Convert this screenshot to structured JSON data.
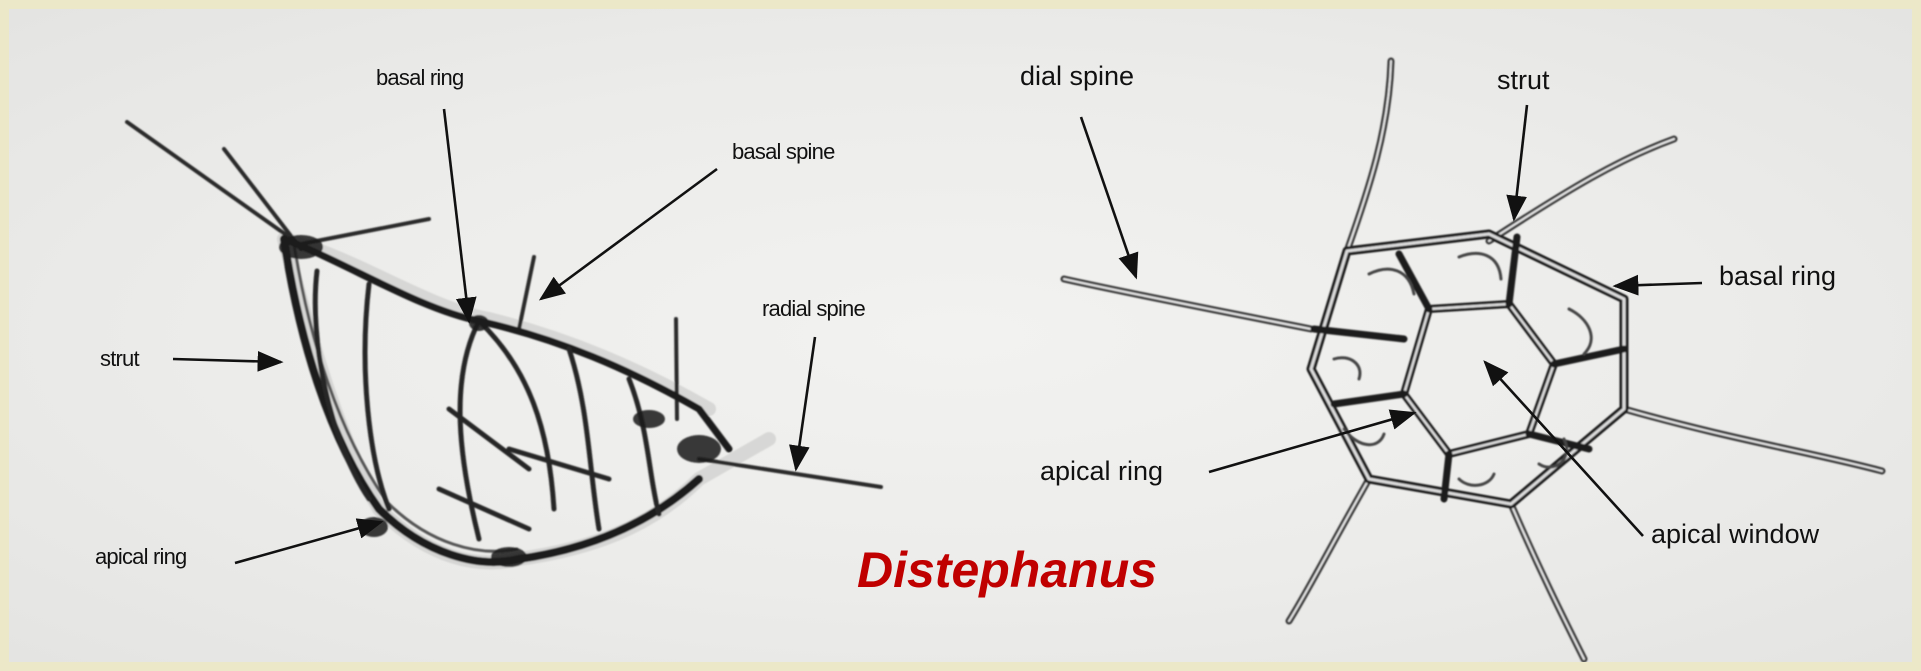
{
  "figure": {
    "title": "Distephanus",
    "title_color": "#c00000",
    "frame_color": "#ece8c8"
  },
  "lateral_view": {
    "labels": {
      "basal_ring": "basal ring",
      "basal_spine": "basal spine",
      "radial_spine": "radial spine",
      "strut": "strut",
      "apical_ring": "apical ring"
    }
  },
  "apical_view": {
    "labels": {
      "dial_spine": "dial spine",
      "strut": "strut",
      "basal_ring": "basal ring",
      "apical_ring": "apical ring",
      "apical_window": "apical window"
    }
  }
}
